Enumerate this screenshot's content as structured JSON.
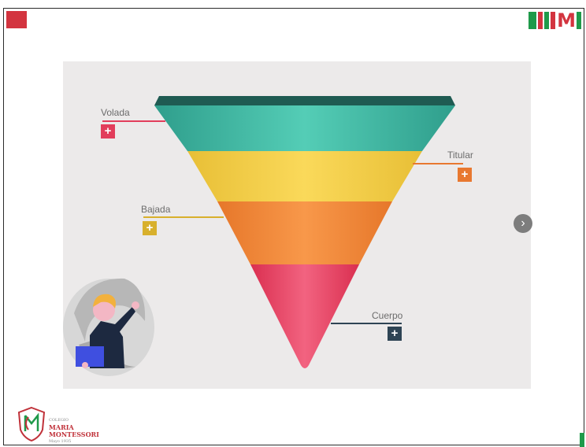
{
  "funnel": {
    "labels": {
      "volada": "Volada",
      "titular": "Titular",
      "bajada": "Bajada",
      "cuerpo": "Cuerpo"
    },
    "plus_symbol": "+",
    "colors": {
      "volada": "#e23d5b",
      "titular": "#e87830",
      "bajada": "#d8b02c",
      "cuerpo": "#2e4454",
      "tier_top": "#47b9a4",
      "tier_2": "#f3cf42",
      "tier_3": "#f18b37",
      "tier_4": "#e23d5b"
    }
  },
  "nav": {
    "next_symbol": "›"
  },
  "branding": {
    "header_letter": "M",
    "school_line_1": "COLEGIO",
    "school_line_2": "MARIA",
    "school_line_3": "MONTESSORI",
    "school_line_4": "Mayo 1935"
  }
}
